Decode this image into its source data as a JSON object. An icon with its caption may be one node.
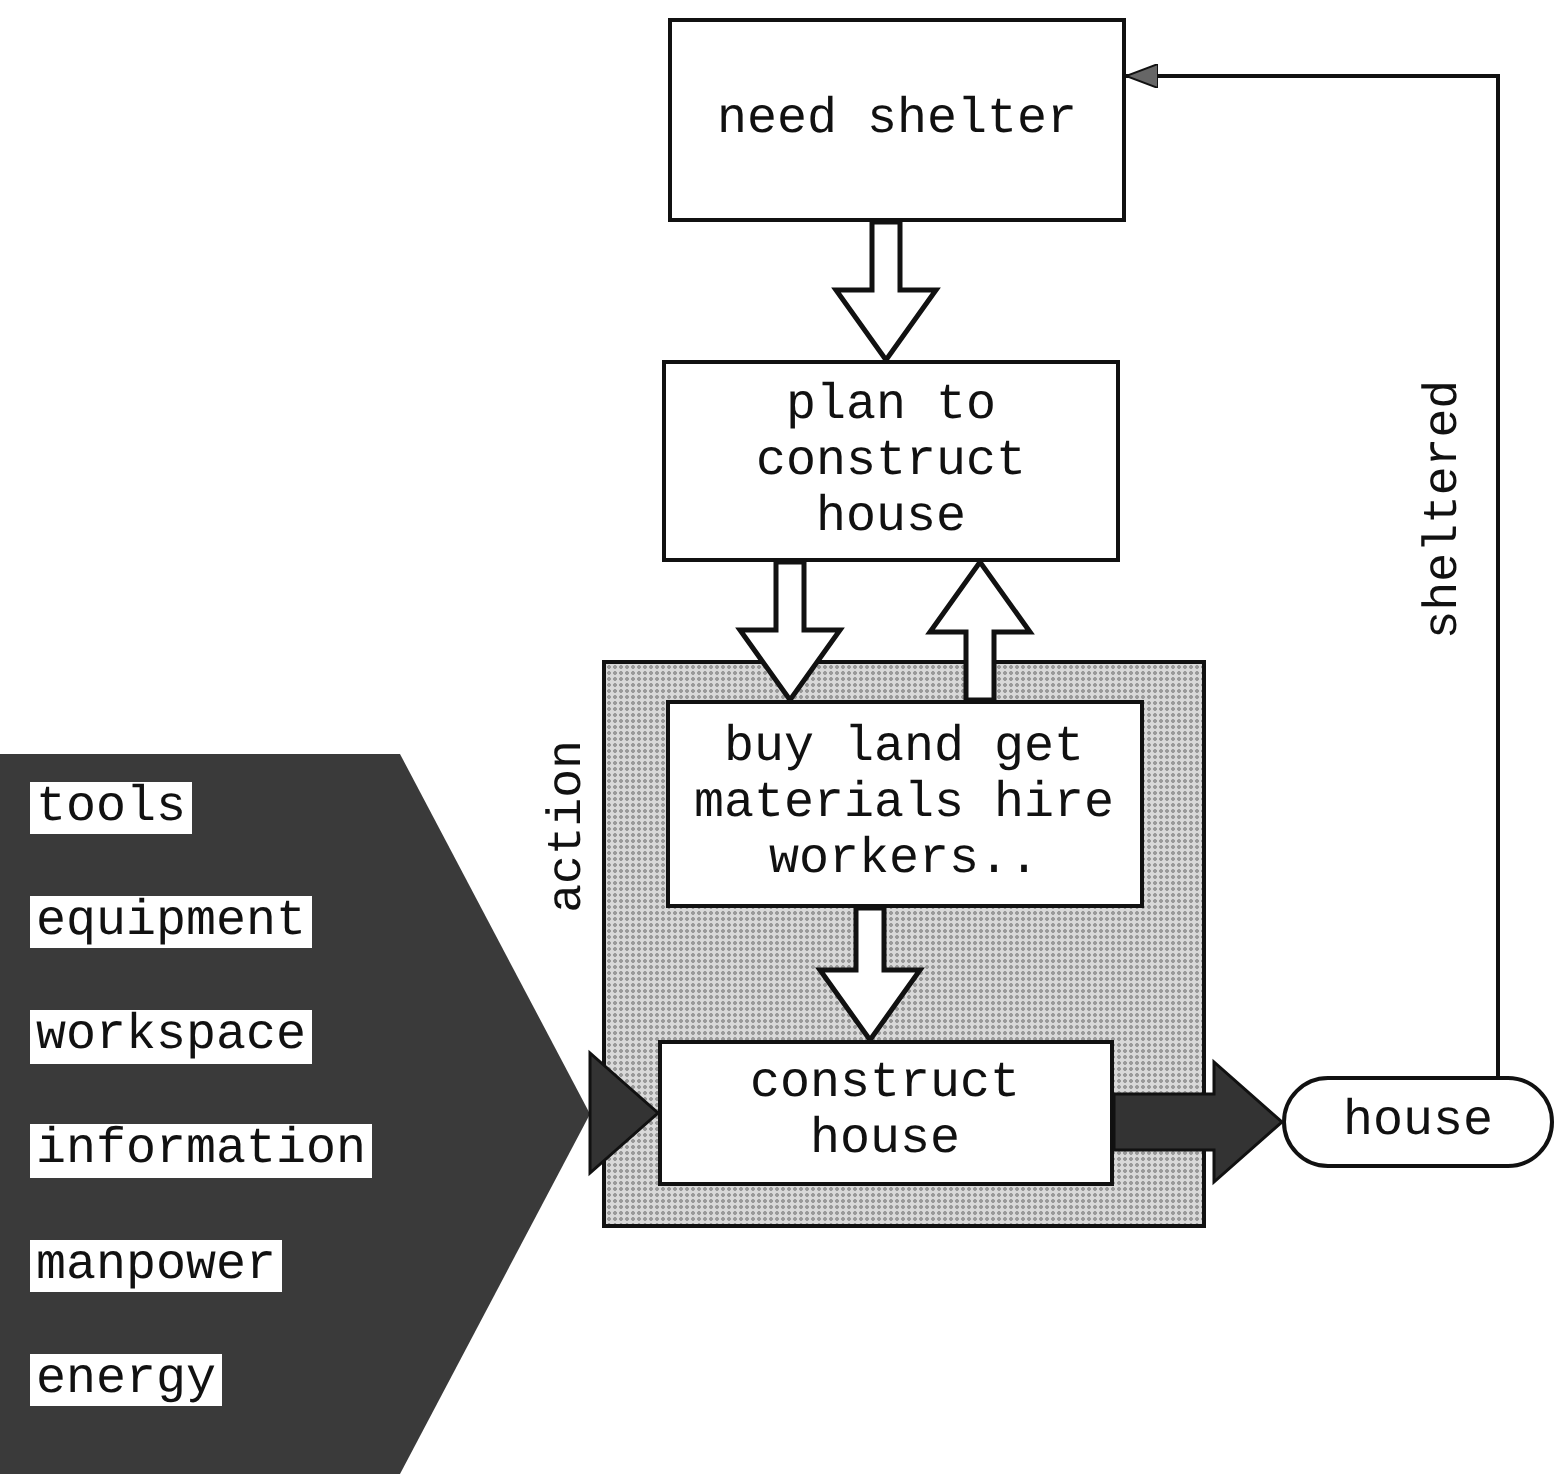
{
  "diagram": {
    "nodes": [
      {
        "text": [
          "need shelter"
        ]
      },
      {
        "text": [
          "plan to construct house"
        ]
      },
      {
        "text": [
          "action"
        ]
      },
      {
        "text": [
          "buy land get materials hire workers.."
        ],
        "in": 2
      },
      {
        "text": [
          "construct house"
        ],
        "in": 2
      },
      {
        "text": [
          "house"
        ]
      },
      {
        "text": [
          "tools",
          "equipment",
          "workspace",
          "information",
          "manpower",
          "energy"
        ]
      }
    ],
    "edges": [
      {
        "from": 0,
        "to": 1,
        "arrow": "to",
        "style": "thick"
      },
      {
        "from": 1,
        "to": 3,
        "arrow": "to",
        "style": "thick"
      },
      {
        "from": 3,
        "to": 1,
        "arrow": "to",
        "style": "thick"
      },
      {
        "from": 3,
        "to": 4,
        "arrow": "to",
        "style": "thick"
      },
      {
        "from": 6,
        "to": 4,
        "arrow": "to",
        "style": "thick",
        "color": "#333333"
      },
      {
        "from": 4,
        "to": 5,
        "arrow": "to",
        "style": "thick",
        "color": "#333333"
      },
      {
        "from": 5,
        "to": 0,
        "arrow": "to",
        "label": "sheltered"
      }
    ]
  }
}
